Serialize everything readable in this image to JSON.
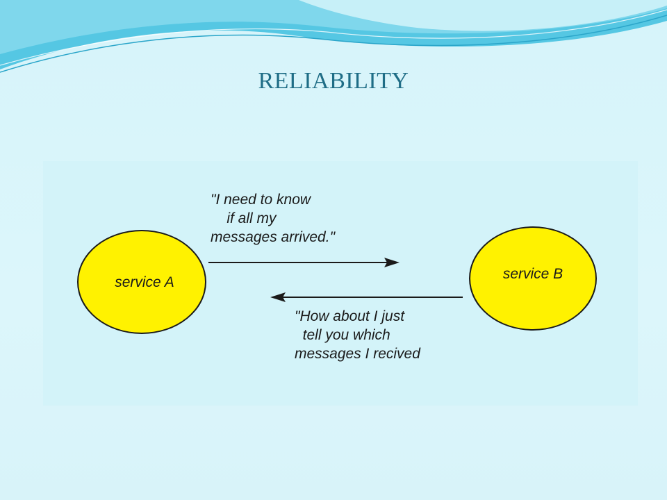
{
  "slide": {
    "title": "RELIABILITY"
  },
  "diagram": {
    "nodes": [
      {
        "id": "a",
        "label": "service A",
        "color": "#fff200"
      },
      {
        "id": "b",
        "label": "service B",
        "color": "#fff200"
      }
    ],
    "messages": {
      "a_to_b": "\"I need to know\n    if all my\nmessages arrived.\"",
      "b_to_a": "\"How about I just\n  tell you which\nmessages I recived"
    }
  },
  "colors": {
    "title": "#1f6d86",
    "background": "#d9f5fb",
    "node_fill": "#fff200",
    "header_wave": "#4cc6e4"
  }
}
